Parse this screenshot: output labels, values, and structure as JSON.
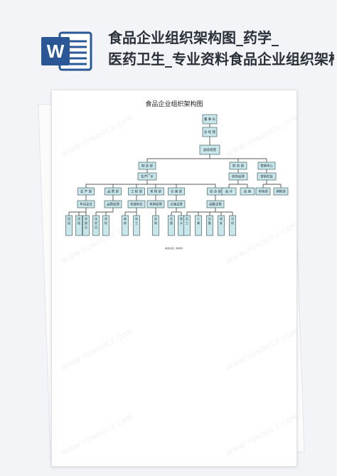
{
  "header": {
    "title_line1": "食品企业组织架构图_药学_",
    "title_line2": "医药卫生_专业资料食品企业组织架构图",
    "icon": "word-icon"
  },
  "document": {
    "chart_title": "食品企业组织架构图",
    "footnote": "精选文档，供参考!",
    "watermark": "WWW.YUNDOCX.COM"
  },
  "org": {
    "l1": "董 事 长",
    "l2": "总 经 理",
    "l3": "副总经理",
    "depts": [
      "制 造 部",
      "财 务 部",
      "营销中心"
    ],
    "dept_sub": [
      "生产厂长",
      "财务经理",
      "营销总监"
    ],
    "level5": [
      "生 产 部",
      "品 管 部",
      "工 程 部",
      "采 购 部",
      "仓 储 部",
      "综 合 部",
      "会 计",
      "出 纳",
      "市场部",
      "销售部"
    ],
    "level6": [
      "车间主任",
      "品管经理",
      "机械科长",
      "采购经理",
      "仓储主管",
      "后勤主管"
    ],
    "level7": [
      "班组",
      "班组",
      "质量员",
      "化验员",
      "质检",
      "维修",
      "电工",
      "采购",
      "仓管",
      "统计",
      "员工",
      "人事",
      "后勤",
      "保安",
      "司机"
    ],
    "colors": {
      "box_fill": "#c9e6ea",
      "box_stroke": "#2d4a52",
      "line": "#222222"
    }
  }
}
